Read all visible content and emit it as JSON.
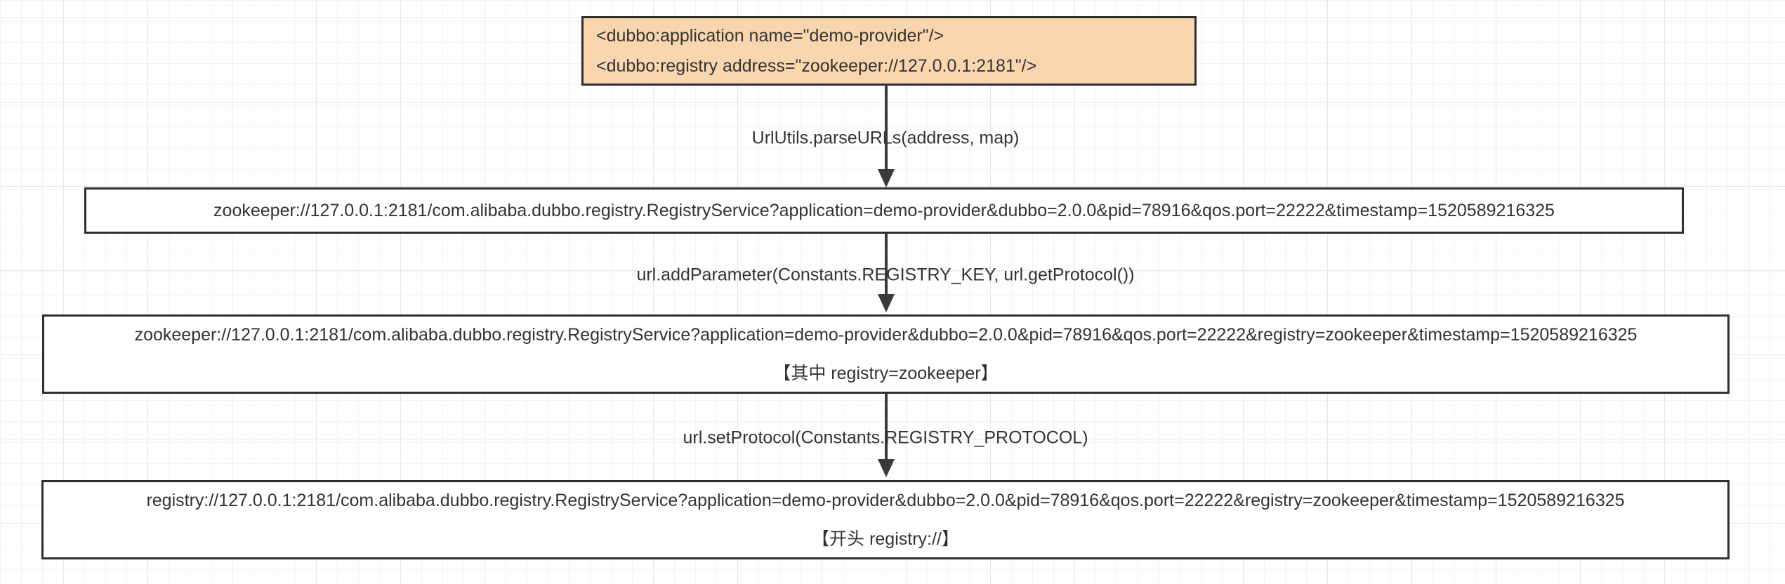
{
  "diagram": {
    "title_hint": "Dubbo registry URL transformation flow",
    "colors": {
      "highlight_fill": "#f9d6ae",
      "node_border": "#2f2f2f",
      "arrow": "#3a3a3a",
      "text": "#333333",
      "grid_minor": "#f3f3f5",
      "grid_major": "#e7e7ea"
    },
    "nodes": [
      {
        "id": "dubbo-config",
        "lines": [
          "<dubbo:application name=\"demo-provider\"/>",
          "<dubbo:registry address=\"zookeeper://127.0.0.1:2181\"/>"
        ]
      },
      {
        "id": "parsed-url",
        "lines": [
          "zookeeper://127.0.0.1:2181/com.alibaba.dubbo.registry.RegistryService?application=demo-provider&dubbo=2.0.0&pid=78916&qos.port=22222&timestamp=1520589216325"
        ]
      },
      {
        "id": "url-with-registry-param",
        "lines": [
          "zookeeper://127.0.0.1:2181/com.alibaba.dubbo.registry.RegistryService?application=demo-provider&dubbo=2.0.0&pid=78916&qos.port=22222&registry=zookeeper&timestamp=1520589216325",
          "【其中 registry=zookeeper】"
        ]
      },
      {
        "id": "registry-protocol-url",
        "lines": [
          "registry://127.0.0.1:2181/com.alibaba.dubbo.registry.RegistryService?application=demo-provider&dubbo=2.0.0&pid=78916&qos.port=22222&registry=zookeeper&timestamp=1520589216325",
          "【开头 registry://】"
        ]
      }
    ],
    "edges": [
      {
        "label": "UrlUtils.parseURLs(address, map)"
      },
      {
        "label": "url.addParameter(Constants.REGISTRY_KEY, url.getProtocol())"
      },
      {
        "label": "url.setProtocol(Constants.REGISTRY_PROTOCOL)"
      }
    ]
  }
}
